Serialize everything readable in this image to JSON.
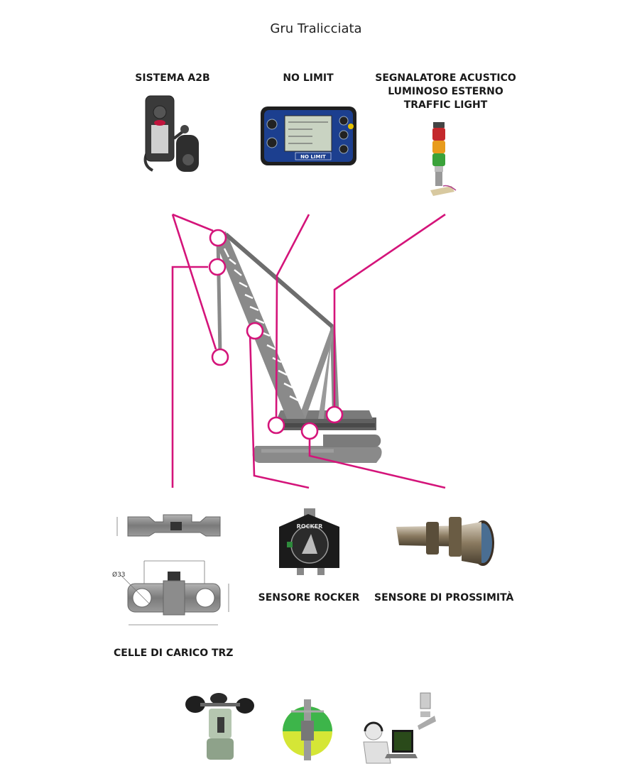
{
  "title": "Gru Tralicciata",
  "labels": {
    "a2b": "SISTEMA A2B",
    "nolimit": "NO LIMIT",
    "signal_l1": "SEGNALATORE ACUSTICO",
    "signal_l2": "LUMINOSO ESTERNO",
    "signal_l3": "TRAFFIC LIGHT",
    "rocker": "SENSORE ROCKER",
    "proximity": "SENSORE DI PROSSIMITÀ",
    "loadcells": "CELLE DI CARICO TRZ"
  },
  "device_texts": {
    "nolimit_screen": "NO LIMIT",
    "rocker_brand": "ROCKER",
    "cell_diameter": "Ø33"
  },
  "colors": {
    "accent": "#d4147a",
    "crane": "#8a8a8a",
    "crane_dark": "#555555"
  }
}
